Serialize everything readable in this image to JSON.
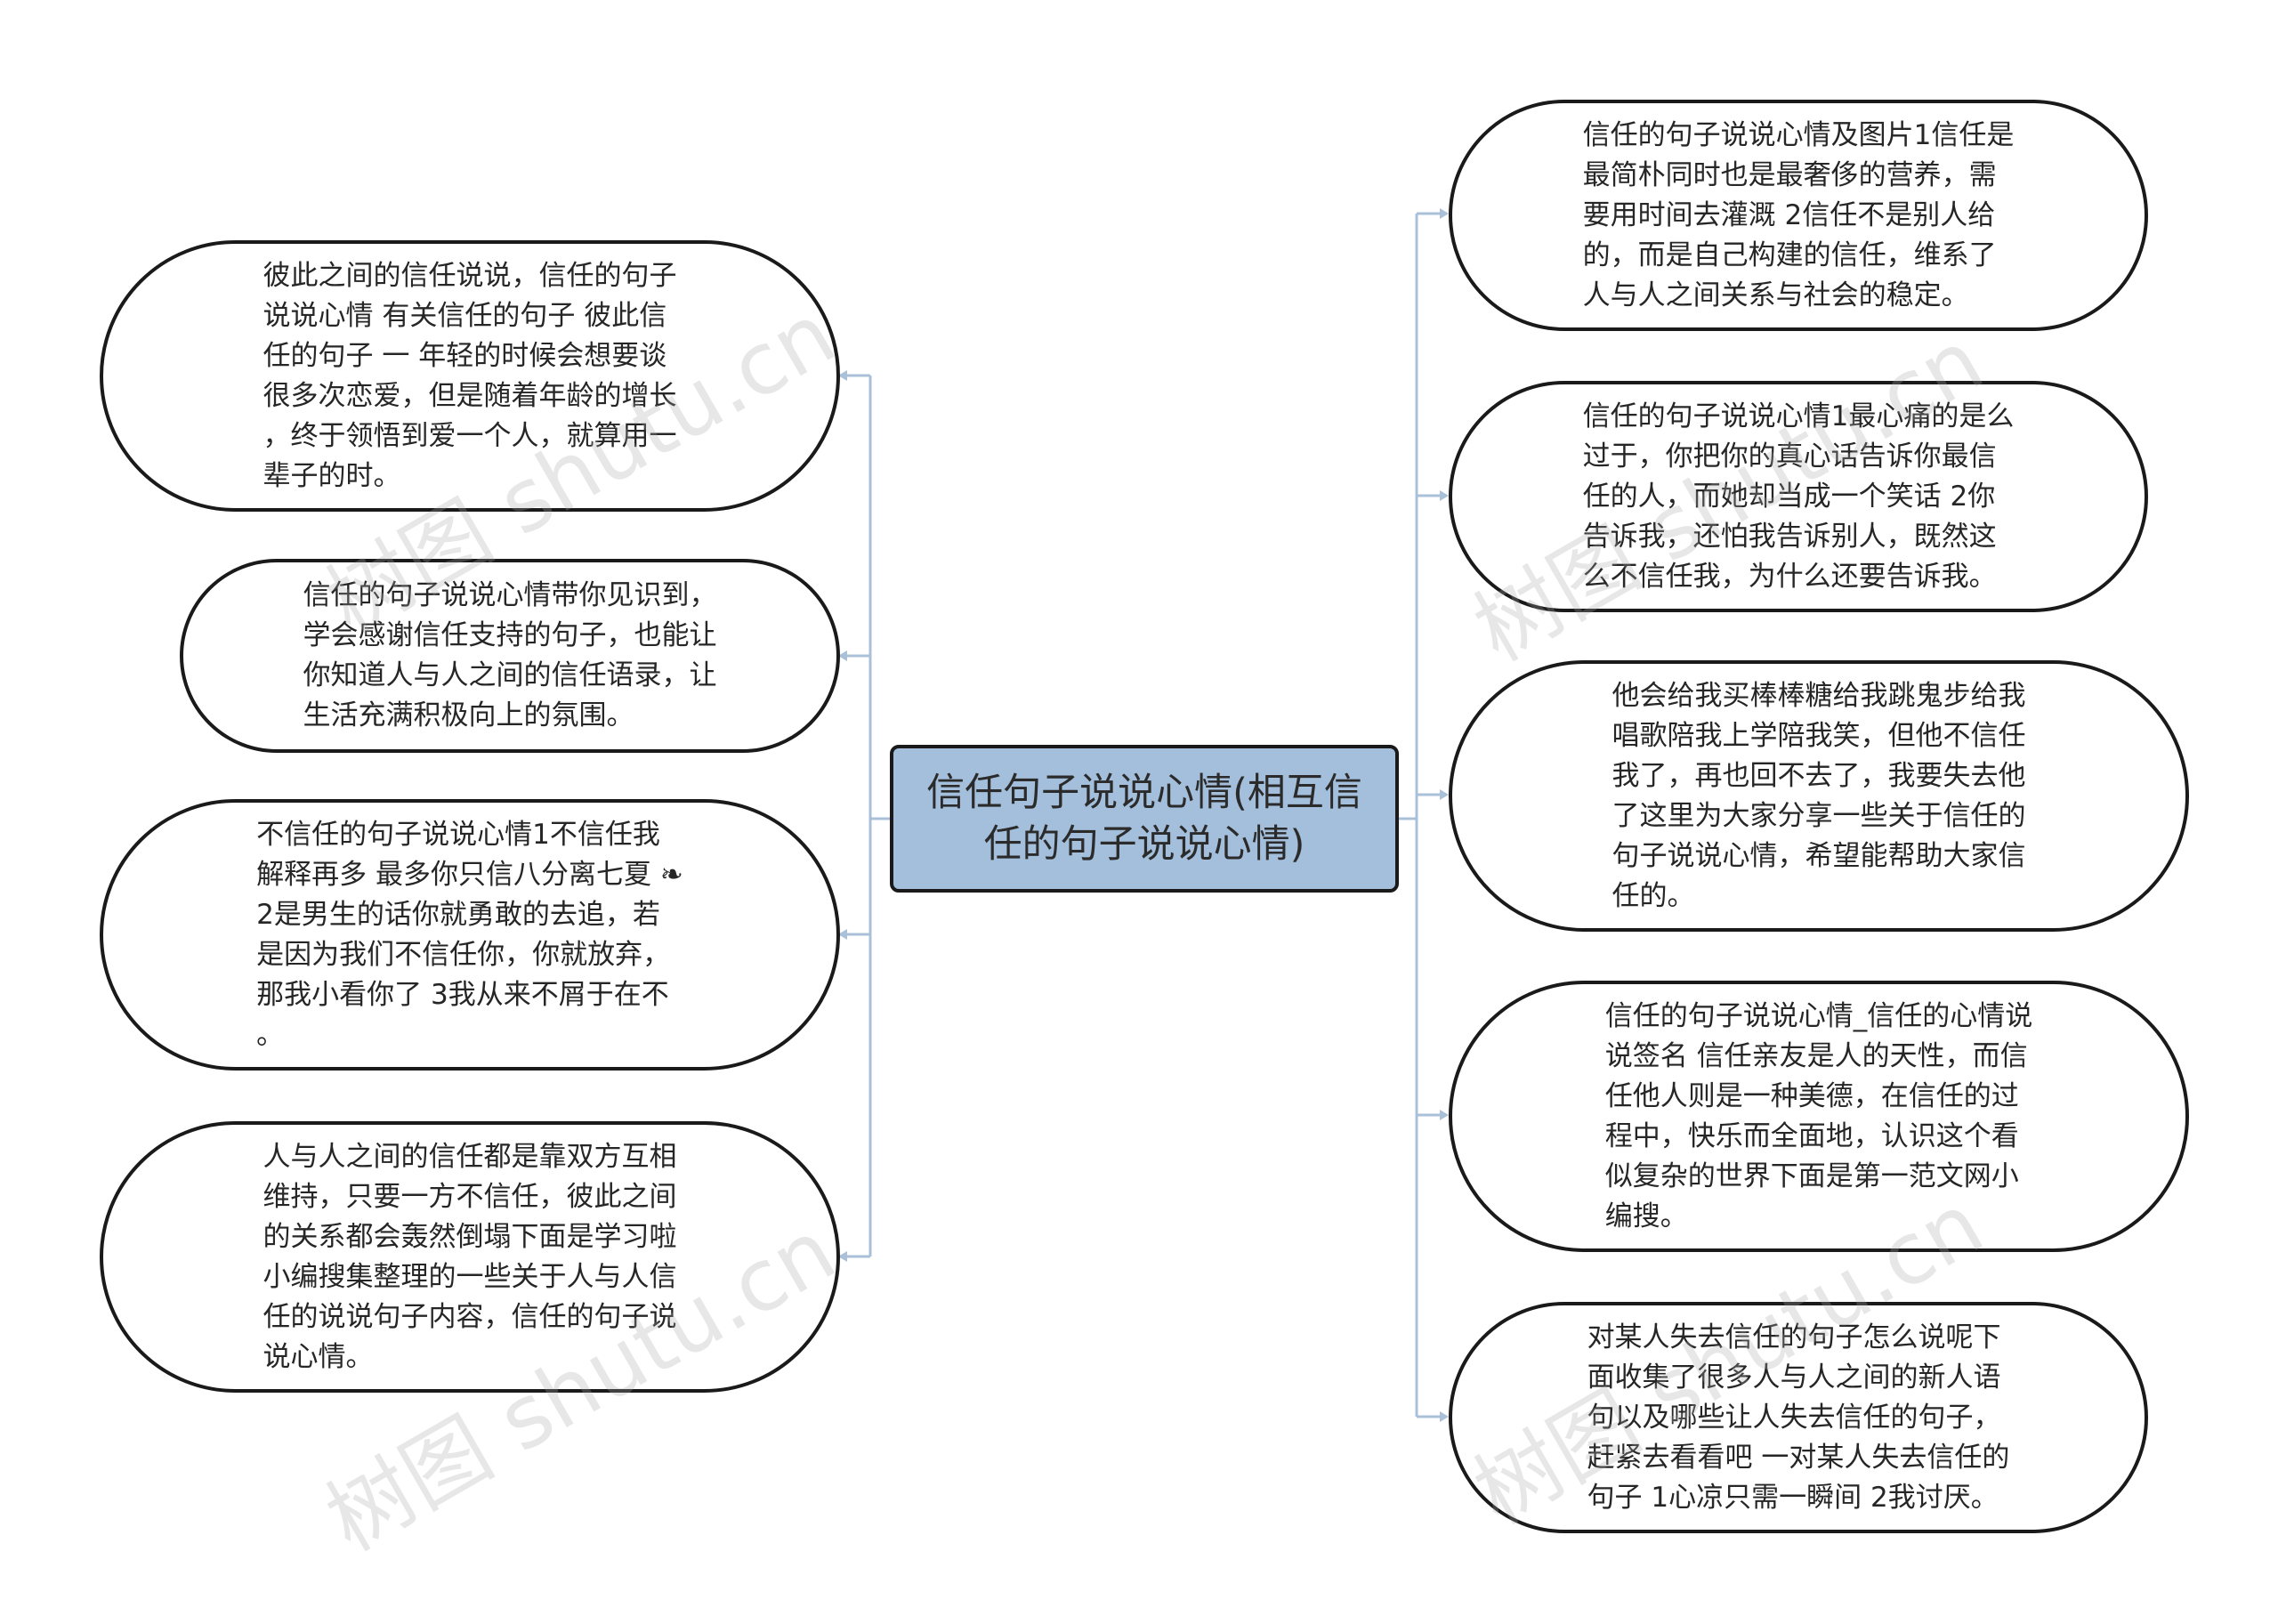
{
  "center": {
    "title": "信任句子说说心情(相互信\n任的句子说说心情)"
  },
  "left_nodes": [
    {
      "text": "彼此之间的信任说说，信任的句子\n说说心情 有关信任的句子 彼此信\n任的句子 一 年轻的时候会想要谈\n很多次恋爱，但是随着年龄的增长\n，终于领悟到爱一个人，就算用一\n辈子的时。"
    },
    {
      "text": "信任的句子说说心情带你见识到，\n学会感谢信任支持的句子，也能让\n你知道人与人之间的信任语录，让\n生活充满积极向上的氛围。"
    },
    {
      "text": "不信任的句子说说心情1不信任我\n解释再多 最多你只信八分离七夏 ❧\n 2是男生的话你就勇敢的去追，若\n是因为我们不信任你，你就放弃，\n那我小看你了 3我从来不屑于在不\n。"
    },
    {
      "text": "人与人之间的信任都是靠双方互相\n维持，只要一方不信任，彼此之间\n的关系都会轰然倒塌下面是学习啦\n小编搜集整理的一些关于人与人信\n任的说说句子内容，信任的句子说\n说心情。"
    }
  ],
  "right_nodes": [
    {
      "text": "信任的句子说说心情及图片1信任是\n最简朴同时也是最奢侈的营养，需\n要用时间去灌溉 2信任不是别人给\n的，而是自己构建的信任，维系了\n人与人之间关系与社会的稳定。"
    },
    {
      "text": "信任的句子说说心情1最心痛的是么\n过于，你把你的真心话告诉你最信\n任的人，而她却当成一个笑话 2你\n告诉我，还怕我告诉别人，既然这\n么不信任我，为什么还要告诉我。"
    },
    {
      "text": "他会给我买棒棒糖给我跳鬼步给我\n唱歌陪我上学陪我笑，但他不信任\n我了，再也回不去了，我要失去他\n了这里为大家分享一些关于信任的\n句子说说心情，希望能帮助大家信\n任的。"
    },
    {
      "text": "信任的句子说说心情_信任的心情说\n说签名 信任亲友是人的天性，而信\n任他人则是一种美德，在信任的过\n程中，快乐而全面地，认识这个看\n似复杂的世界下面是第一范文网小\n编搜。"
    },
    {
      "text": "对某人失去信任的句子怎么说呢下\n面收集了很多人与人之间的新人语\n句以及哪些让人失去信任的句子，\n赶紧去看看吧 一对某人失去信任的\n句子 1心凉只需一瞬间 2我讨厌。"
    }
  ],
  "watermark": {
    "text": "树图 shutu.cn"
  },
  "colors": {
    "center_fill": "#a3bfdc",
    "connector": "#a9c0d8",
    "node_border": "#1a1a1a"
  }
}
